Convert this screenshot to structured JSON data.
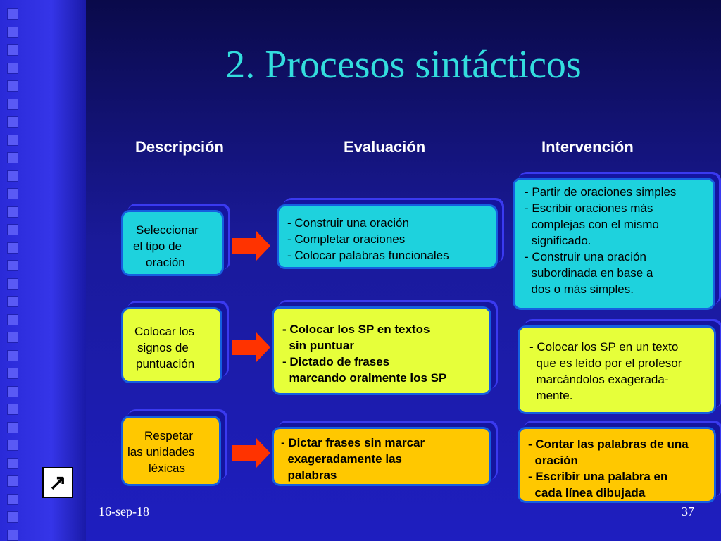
{
  "slide": {
    "title": "2. Procesos sintácticos",
    "columns": {
      "descripcion": "Descripción",
      "evaluacion": "Evaluación",
      "intervencion": "Intervención"
    },
    "rows": [
      {
        "descripcion": [
          "Seleccionar",
          "el tipo de",
          "oración"
        ],
        "evaluacion": [
          "- Construir una oración",
          "- Completar oraciones",
          "- Colocar palabras funcionales"
        ],
        "intervencion": [
          "- Partir de oraciones simples",
          "- Escribir oraciones más",
          "  complejas con el mismo",
          "  significado.",
          "- Construir una oración",
          "  subordinada en base a",
          "  dos o más simples."
        ]
      },
      {
        "descripcion": [
          "Colocar los",
          "signos de",
          "puntuación"
        ],
        "evaluacion": [
          "- Colocar los SP en textos",
          "  sin puntuar",
          "- Dictado de frases",
          "  marcando oralmente los SP"
        ],
        "intervencion": [
          "- Colocar los SP en un texto",
          "  que es leído por el profesor",
          "  marcándolos exagerada-",
          "  mente."
        ]
      },
      {
        "descripcion": [
          "Respetar",
          "las unidades",
          "léxicas"
        ],
        "evaluacion": [
          "- Dictar frases sin marcar",
          "  exageradamente las",
          "  palabras"
        ],
        "intervencion": [
          "- Contar las palabras de una",
          "  oración",
          "- Escribir una palabra en",
          "  cada línea dibujada"
        ]
      }
    ],
    "footer": {
      "date": "16-sep-18",
      "page_number": "37"
    },
    "nav_icon": "arrow-up-right-icon",
    "colors": {
      "title": "#33dddd",
      "row1": "#1ed2dd",
      "row2": "#e6ff3a",
      "row3": "#ffc800",
      "arrow": "#ff3300"
    }
  }
}
